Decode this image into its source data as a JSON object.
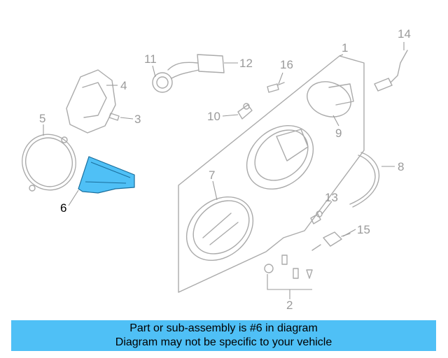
{
  "diagram": {
    "highlight_color": "#4fc0f6",
    "highlighted_part": "6",
    "callouts": [
      "1",
      "2",
      "3",
      "4",
      "5",
      "6",
      "7",
      "8",
      "9",
      "10",
      "11",
      "12",
      "13",
      "14",
      "15",
      "16"
    ]
  },
  "banner": {
    "line1": "Part or sub-assembly is #6 in diagram",
    "line2": "Diagram may not be specific to your vehicle"
  }
}
